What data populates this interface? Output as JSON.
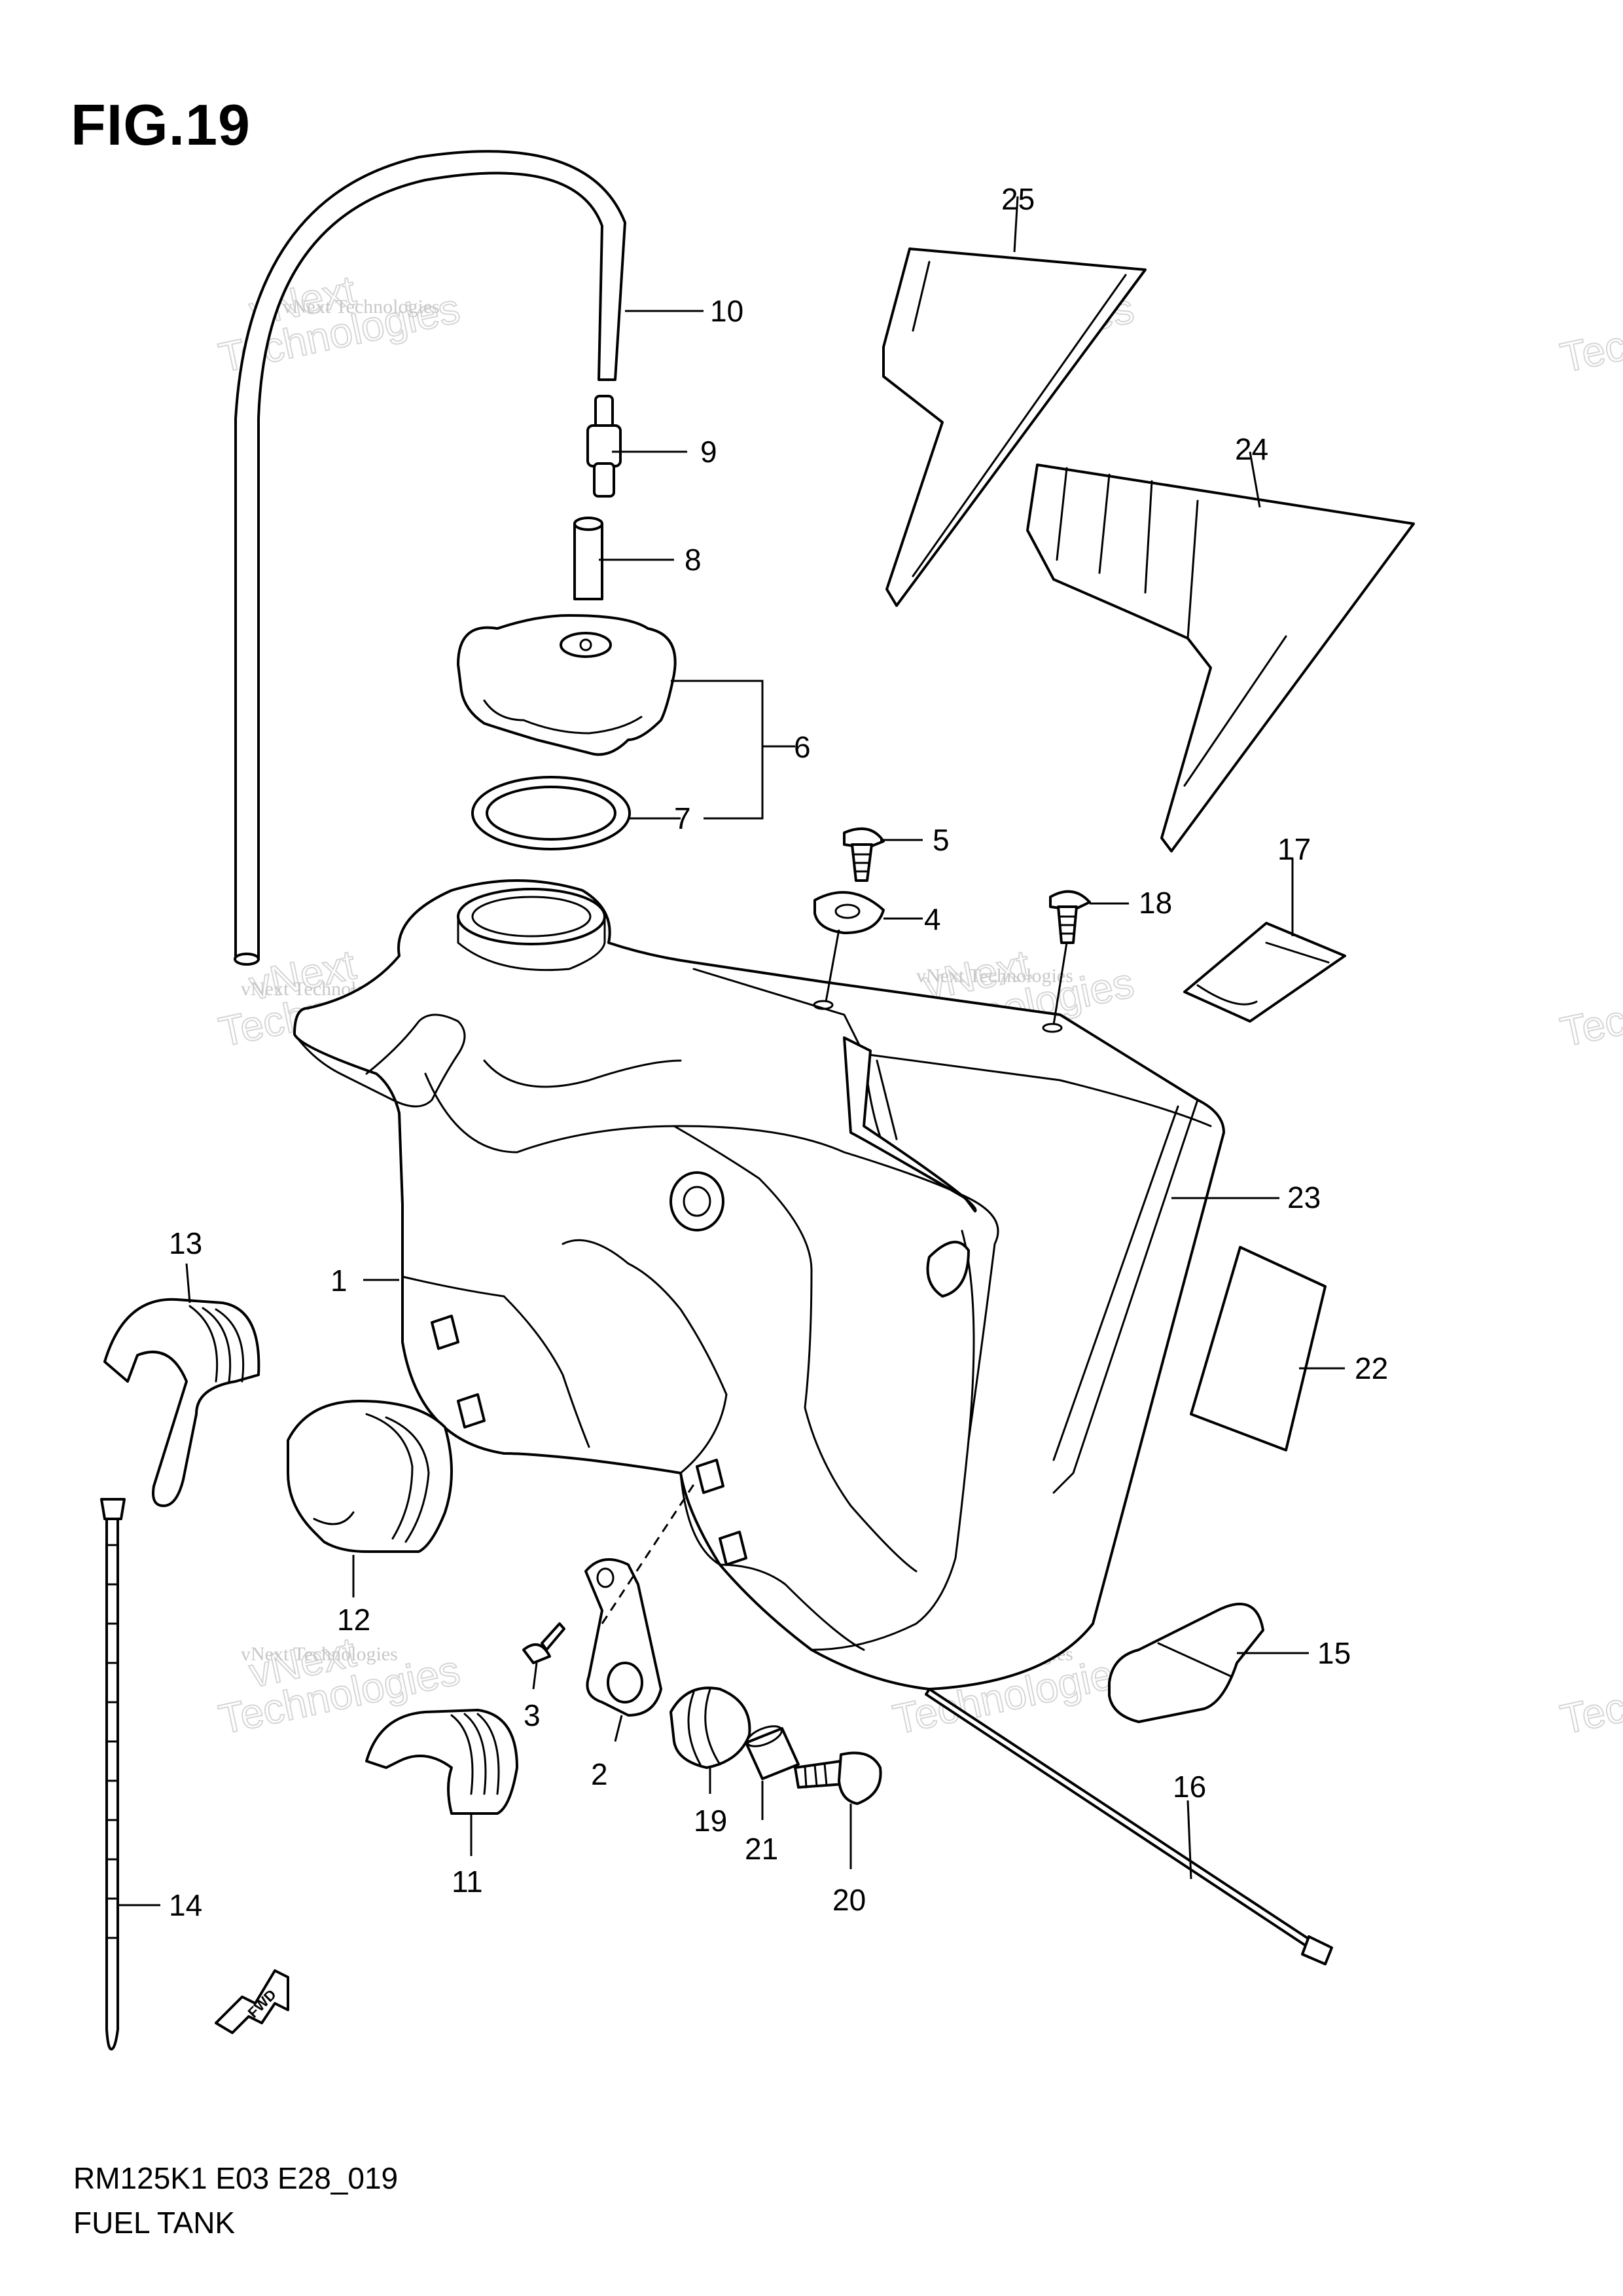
{
  "figure": {
    "title": "FIG.19"
  },
  "footer": {
    "model_code": "RM125K1 E03 E28_019",
    "section_name": "FUEL TANK"
  },
  "direction_marker": {
    "label": "FWD"
  },
  "watermark": {
    "line1": "vNext Technologies",
    "line2": "vNext",
    "line3": "Technologies"
  },
  "callouts": {
    "c1": "1",
    "c2": "2",
    "c3": "3",
    "c4": "4",
    "c5": "5",
    "c6": "6",
    "c7": "7",
    "c8": "8",
    "c9": "9",
    "c10": "10",
    "c11": "11",
    "c12": "12",
    "c13": "13",
    "c14": "14",
    "c15": "15",
    "c16": "16",
    "c17": "17",
    "c18": "18",
    "c19": "19",
    "c20": "20",
    "c21": "21",
    "c22": "22",
    "c23": "23",
    "c24": "24",
    "c25": "25"
  }
}
